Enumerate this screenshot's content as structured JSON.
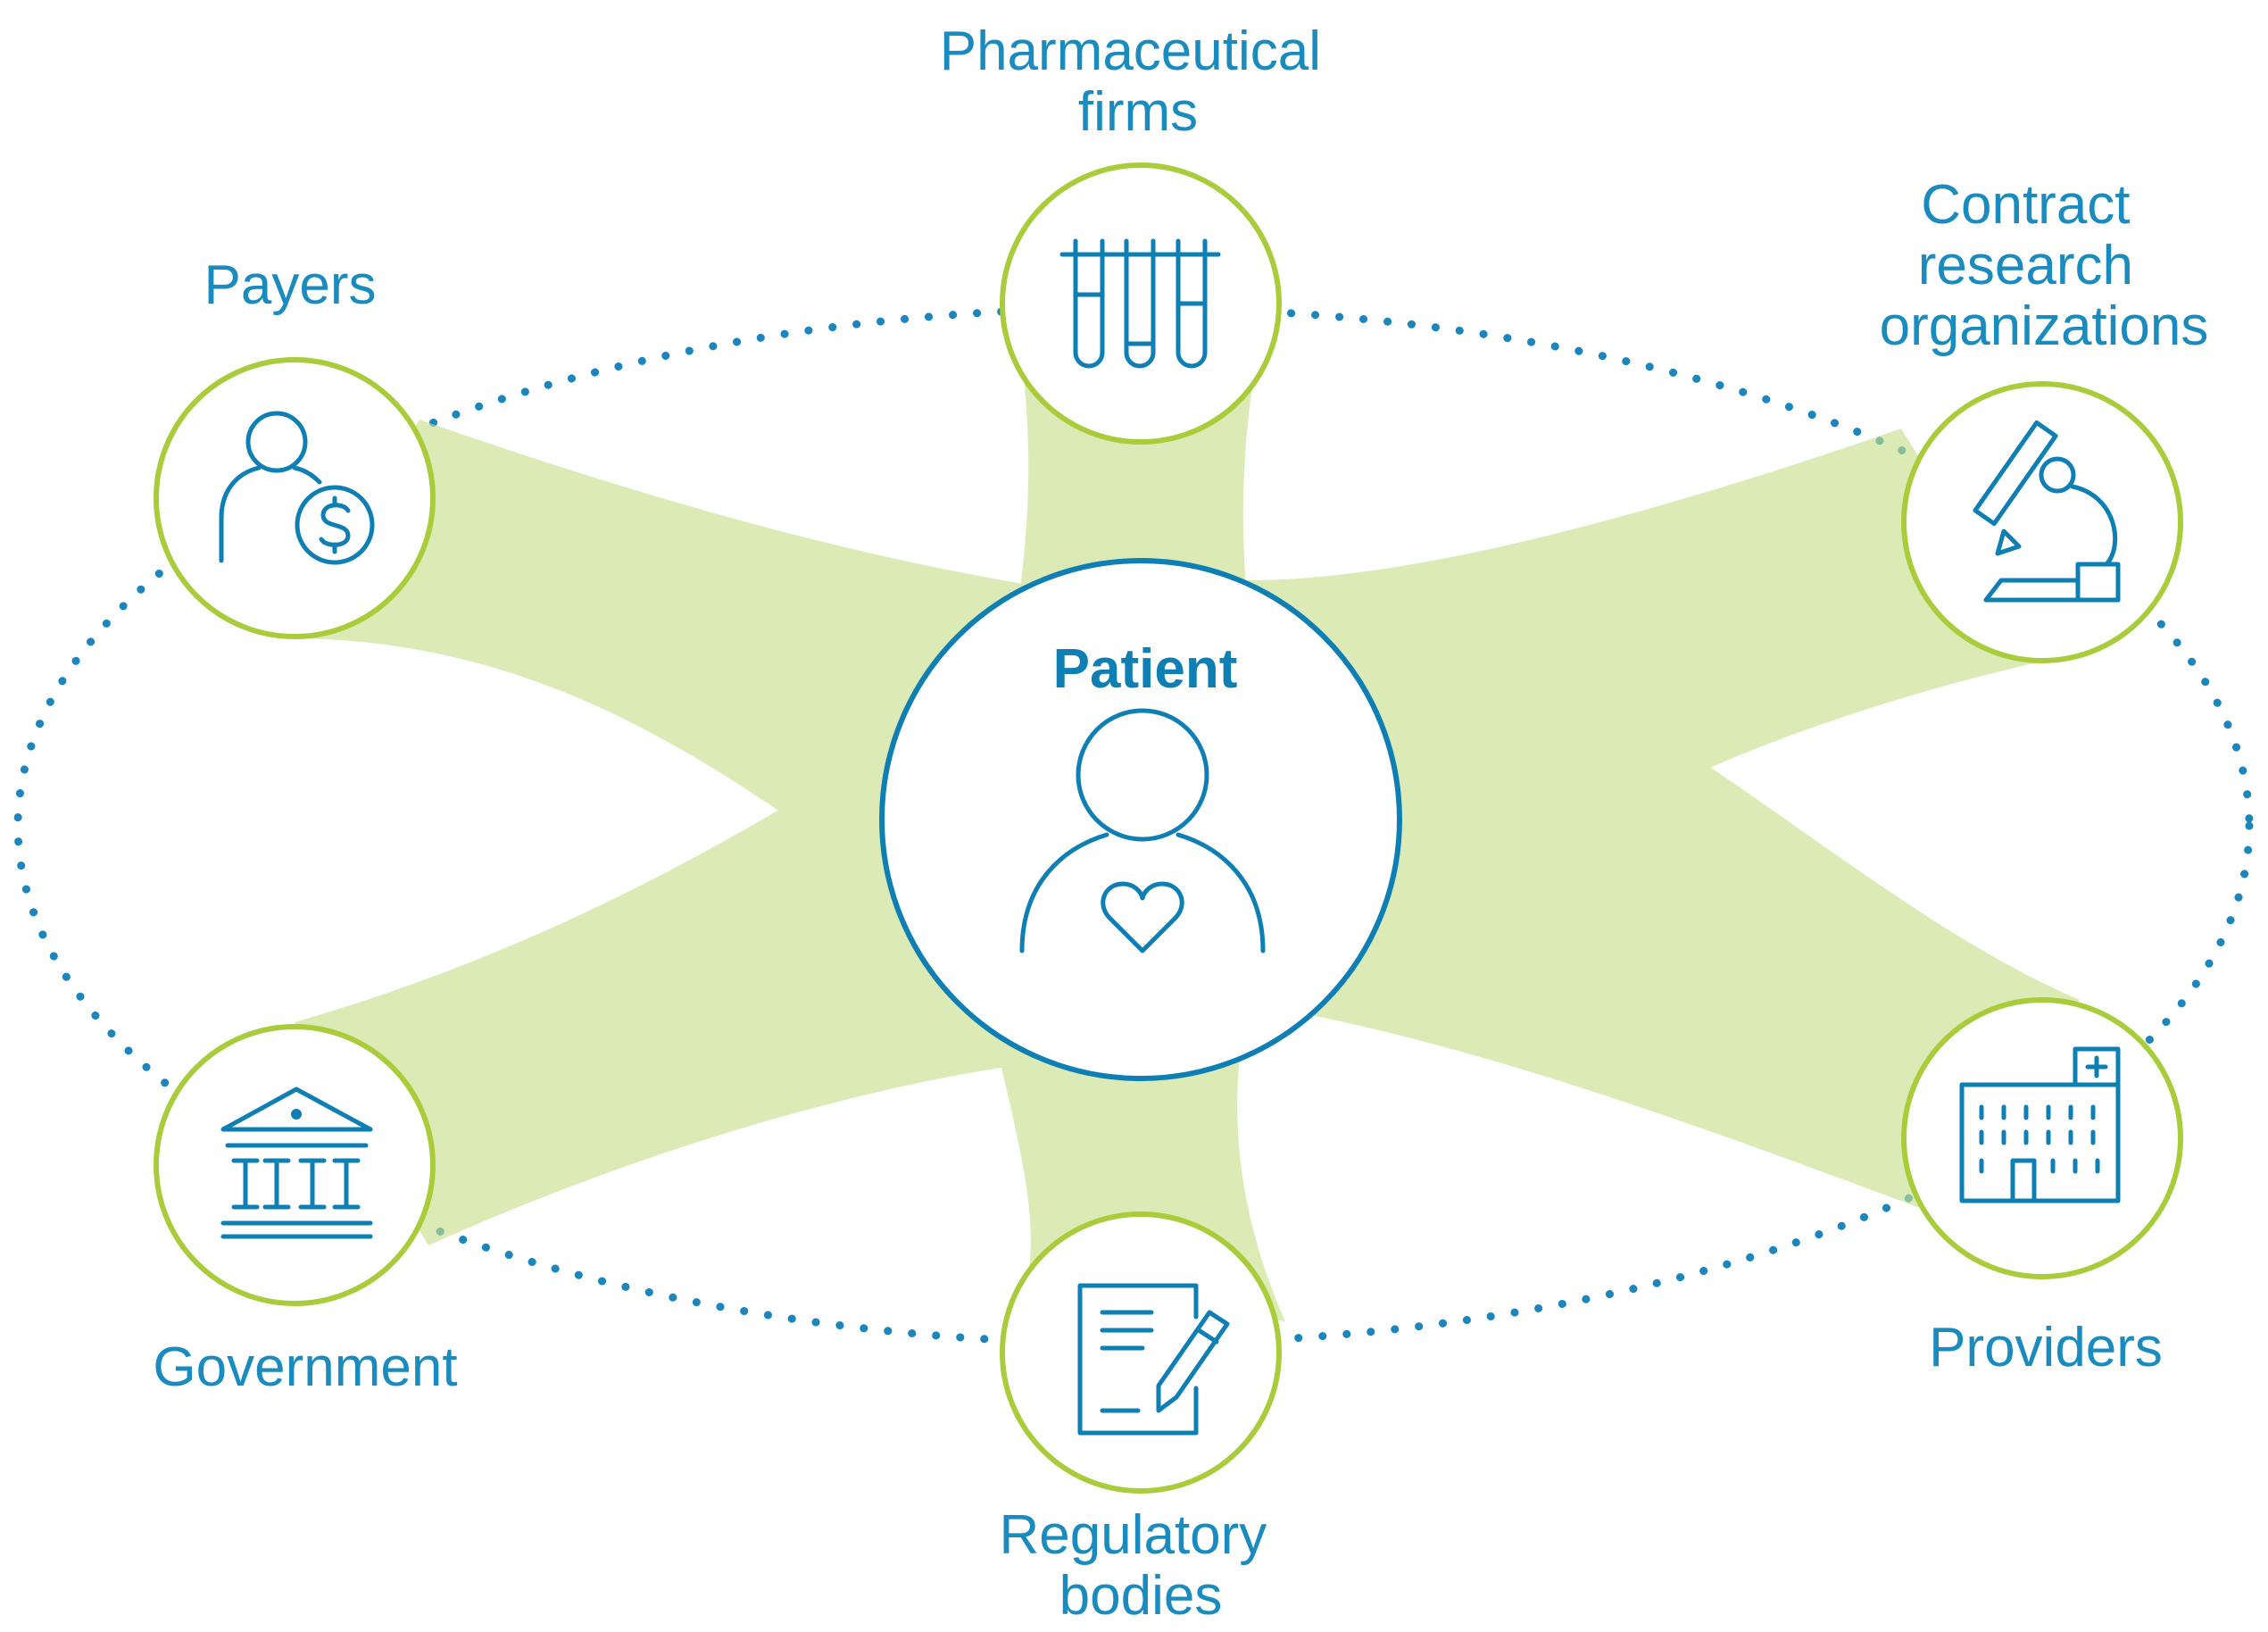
{
  "center": {
    "label": "Patient",
    "icon": "patient-heart-icon"
  },
  "nodes": [
    {
      "id": "pharma",
      "label_lines": [
        "Pharmaceutical",
        "firms"
      ],
      "icon": "test-tubes-icon"
    },
    {
      "id": "cro",
      "label_lines": [
        "Contract",
        "research",
        "organizations"
      ],
      "icon": "microscope-icon"
    },
    {
      "id": "providers",
      "label_lines": [
        "Providers"
      ],
      "icon": "hospital-icon"
    },
    {
      "id": "regulatory",
      "label_lines": [
        "Regulatory",
        "bodies"
      ],
      "icon": "document-pen-icon"
    },
    {
      "id": "government",
      "label_lines": [
        "Government"
      ],
      "icon": "government-building-icon"
    },
    {
      "id": "payers",
      "label_lines": [
        "Payers"
      ],
      "icon": "person-dollar-icon"
    }
  ],
  "colors": {
    "outline_blue": "#0e7fb5",
    "text_blue": "#1a8bbf",
    "node_ring_green": "#a8cc3a",
    "band_green": "#c8df8a",
    "dotted_ring_blue": "#1a86bd"
  }
}
